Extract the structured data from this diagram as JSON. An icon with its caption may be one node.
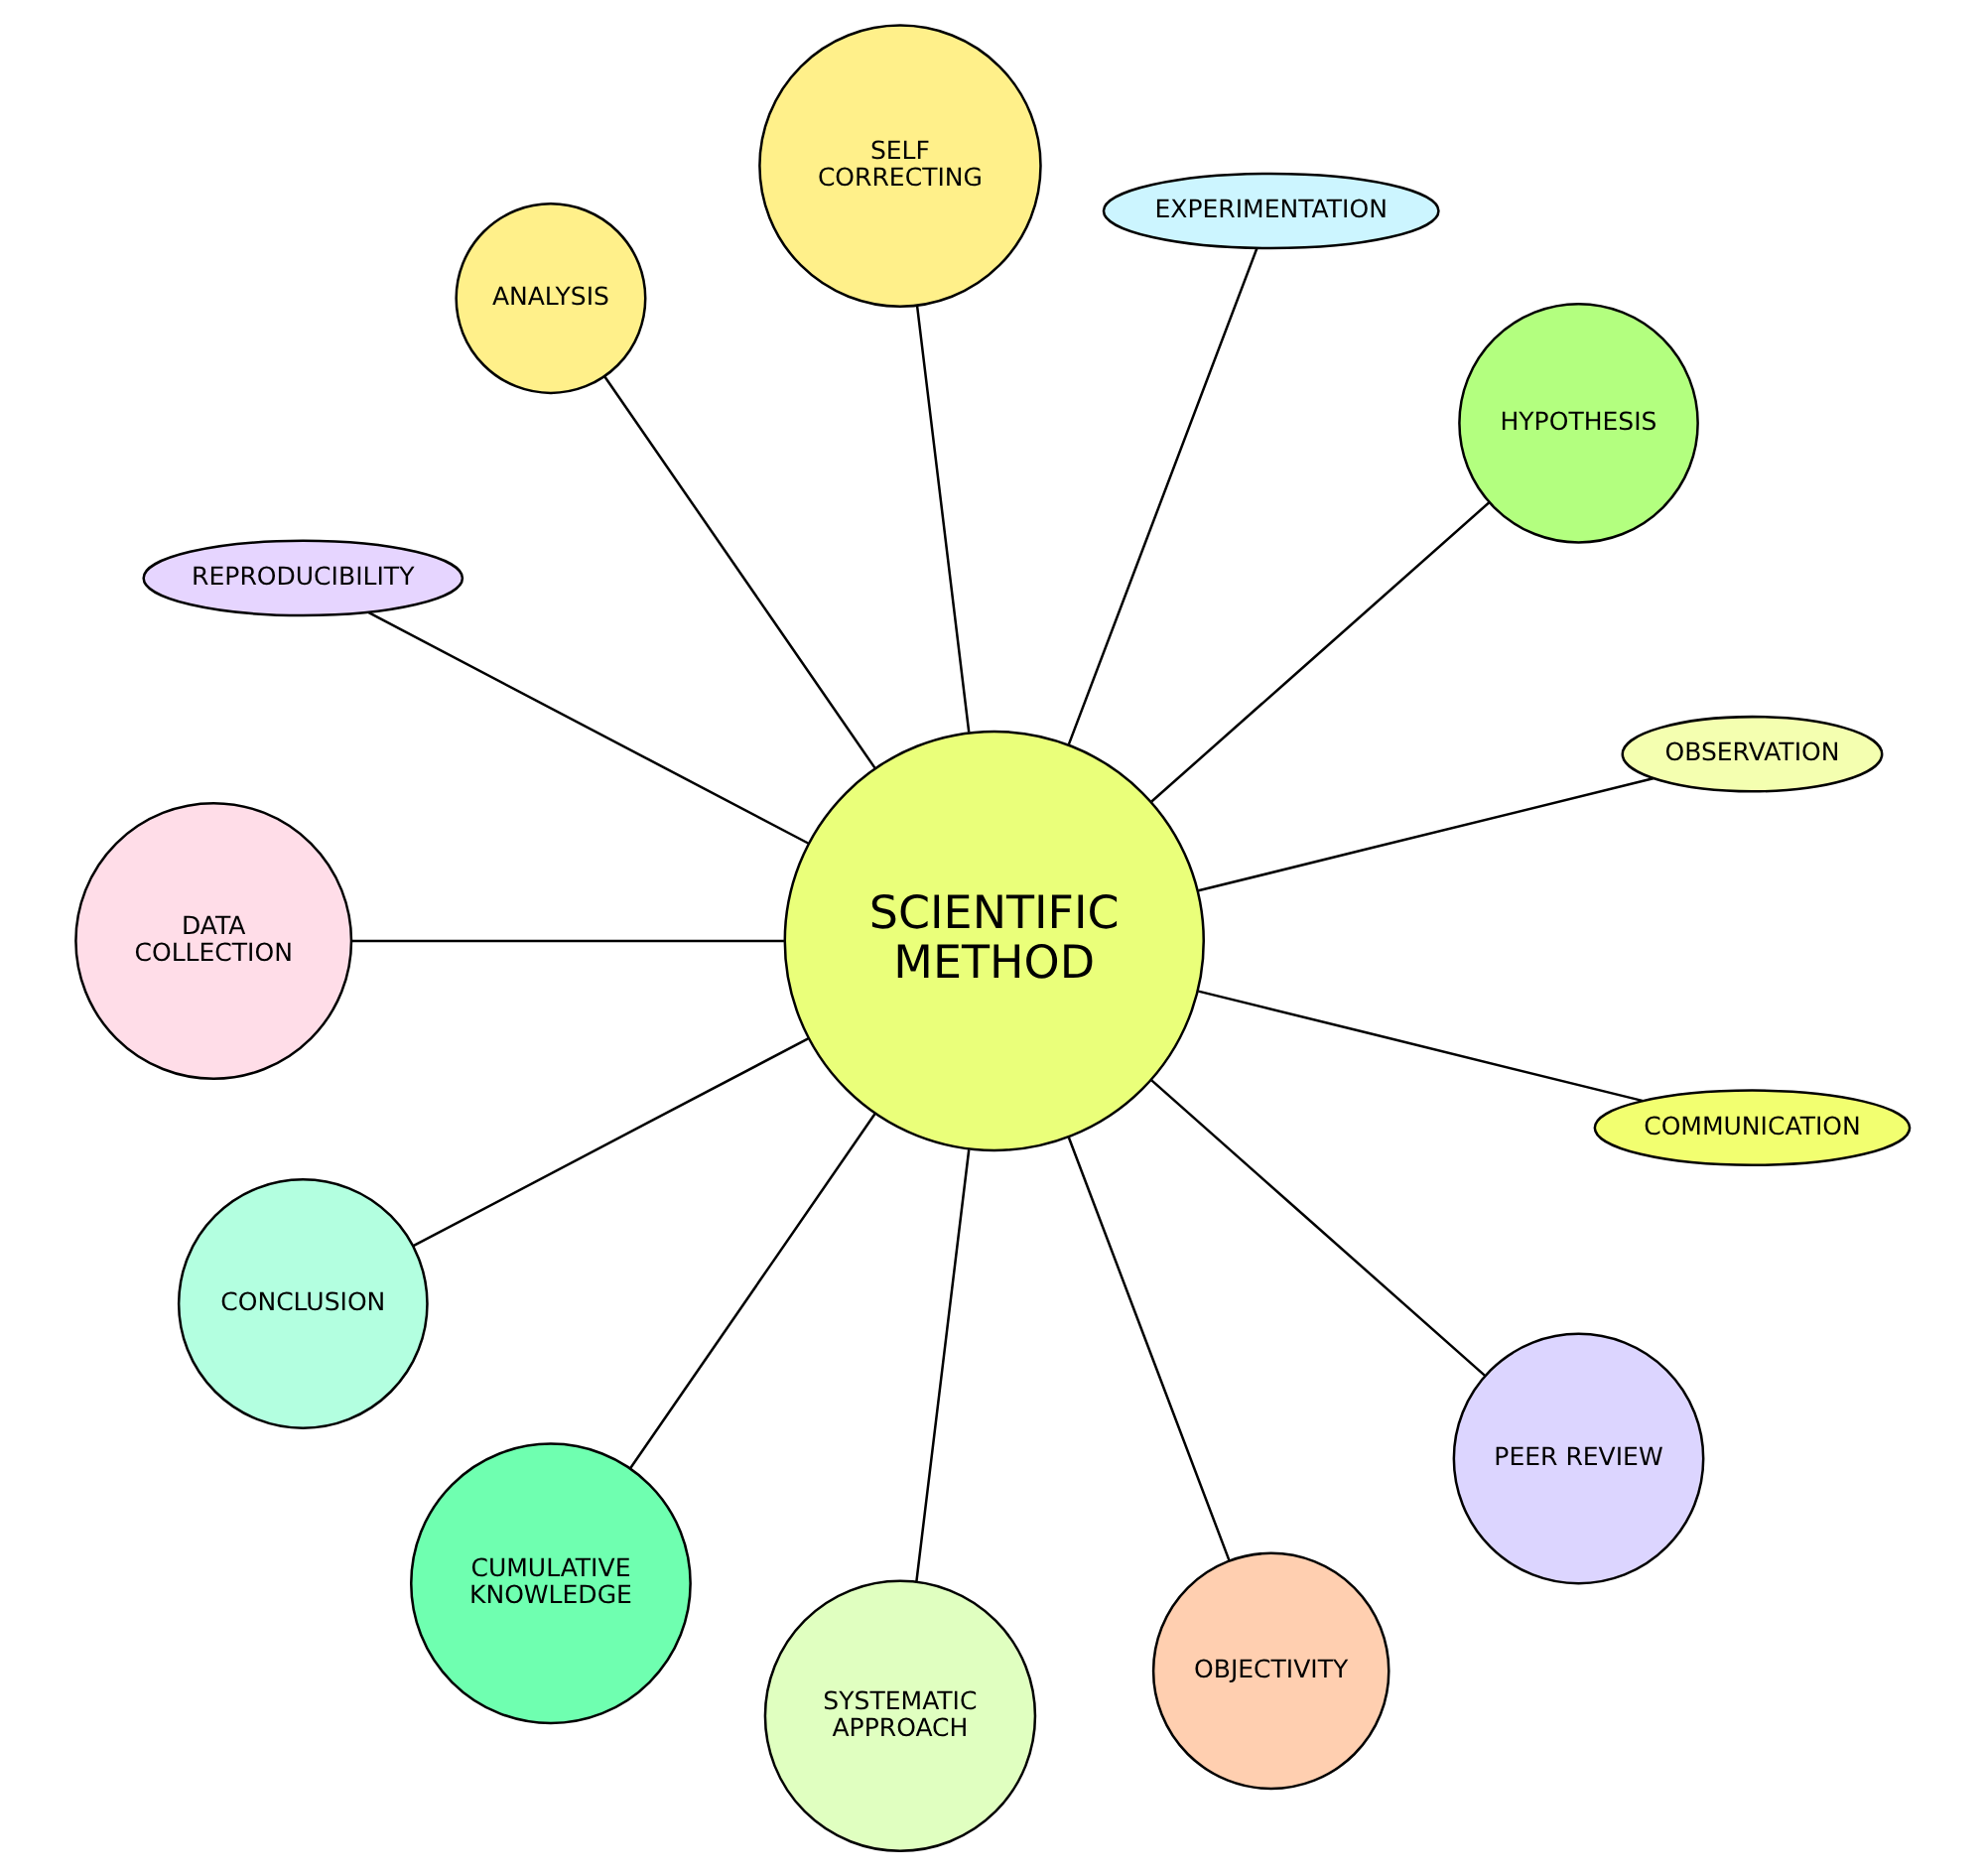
{
  "diagram": {
    "nodes": [
      {
        "text": [
          "SCIENTIFIC METHOD"
        ]
      },
      {
        "text": [
          "OBSERVATION"
        ]
      },
      {
        "text": [
          "HYPOTHESIS"
        ]
      },
      {
        "text": [
          "EXPERIMENTATION"
        ]
      },
      {
        "text": [
          "SELF CORRECTING"
        ]
      },
      {
        "text": [
          "ANALYSIS"
        ]
      },
      {
        "text": [
          "REPRODUCIBILITY"
        ]
      },
      {
        "text": [
          "DATA COLLECTION"
        ]
      },
      {
        "text": [
          "CONCLUSION"
        ]
      },
      {
        "text": [
          "CUMULATIVE KNOWLEDGE"
        ]
      },
      {
        "text": [
          "SYSTEMATIC APPROACH"
        ]
      },
      {
        "text": [
          "OBJECTIVITY"
        ]
      },
      {
        "text": [
          "PEER REVIEW"
        ]
      },
      {
        "text": [
          "COMMUNICATION"
        ]
      }
    ],
    "edges": [
      {
        "from": 0,
        "to": 3,
        "arrow": "none"
      },
      {
        "from": 0,
        "to": 5,
        "arrow": "none"
      },
      {
        "from": 0,
        "to": 7,
        "arrow": "none"
      },
      {
        "from": 0,
        "to": 8,
        "arrow": "none"
      },
      {
        "from": 0,
        "to": 13,
        "arrow": "none"
      },
      {
        "from": 0,
        "to": 12,
        "arrow": "none"
      },
      {
        "from": 0,
        "to": 10,
        "arrow": "none"
      },
      {
        "from": 0,
        "to": 11,
        "arrow": "none"
      },
      {
        "from": 0,
        "to": 9,
        "arrow": "none"
      },
      {
        "from": 0,
        "to": 6,
        "arrow": "none"
      },
      {
        "from": 0,
        "to": 4,
        "arrow": "none"
      },
      {
        "from": 0,
        "to": 1,
        "arrow": "none"
      },
      {
        "from": 0,
        "to": 2,
        "arrow": "none"
      }
    ]
  }
}
